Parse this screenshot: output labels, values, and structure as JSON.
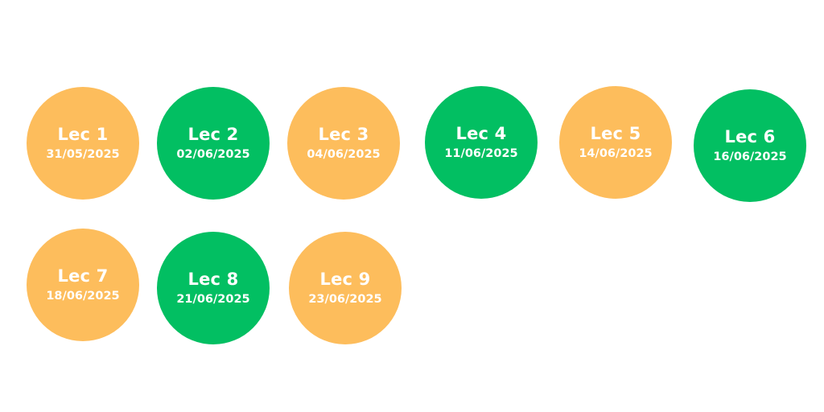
{
  "colors": {
    "orange": "#fdbd5c",
    "green": "#02bf62",
    "text": "#ffffff",
    "background": "#ffffff"
  },
  "lectures": [
    {
      "title": "Lec 1",
      "date": "31/05/2025",
      "color": "orange"
    },
    {
      "title": "Lec 2",
      "date": "02/06/2025",
      "color": "green"
    },
    {
      "title": "Lec 3",
      "date": "04/06/2025",
      "color": "orange"
    },
    {
      "title": "Lec 4",
      "date": "11/06/2025",
      "color": "green"
    },
    {
      "title": "Lec 5",
      "date": "14/06/2025",
      "color": "orange"
    },
    {
      "title": "Lec 6",
      "date": "16/06/2025",
      "color": "green"
    },
    {
      "title": "Lec 7",
      "date": "18/06/2025",
      "color": "orange"
    },
    {
      "title": "Lec 8",
      "date": "21/06/2025",
      "color": "green"
    },
    {
      "title": "Lec 9",
      "date": "23/06/2025",
      "color": "orange"
    }
  ]
}
